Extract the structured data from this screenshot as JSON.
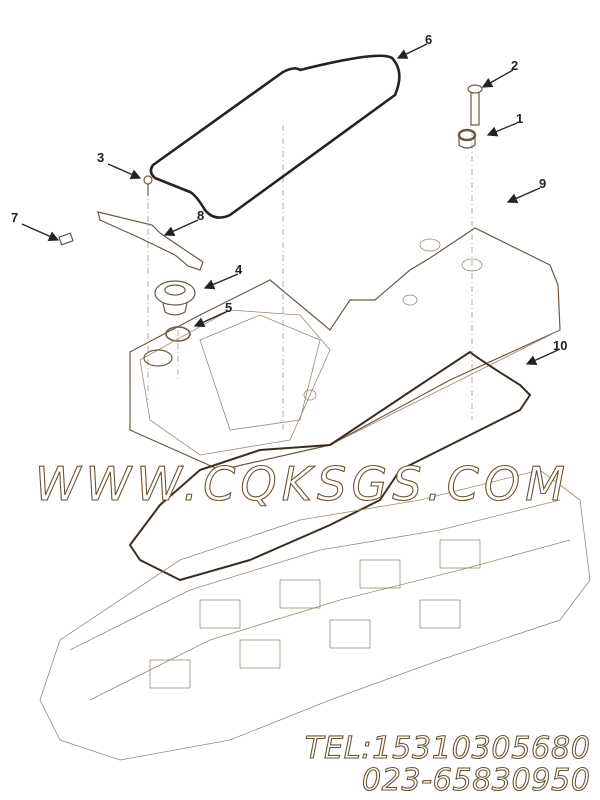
{
  "diagram": {
    "callouts": [
      "1",
      "2",
      "3",
      "4",
      "5",
      "6",
      "7",
      "8",
      "9",
      "10"
    ]
  },
  "watermark": {
    "website": "WWW.CQKSGS.COM",
    "tel": "TEL:15310305680",
    "phone": "023-65830950"
  },
  "colors": {
    "line_art": "#6b5a45",
    "gasket": "#2a211a",
    "watermark_outline": "#6b5434"
  }
}
